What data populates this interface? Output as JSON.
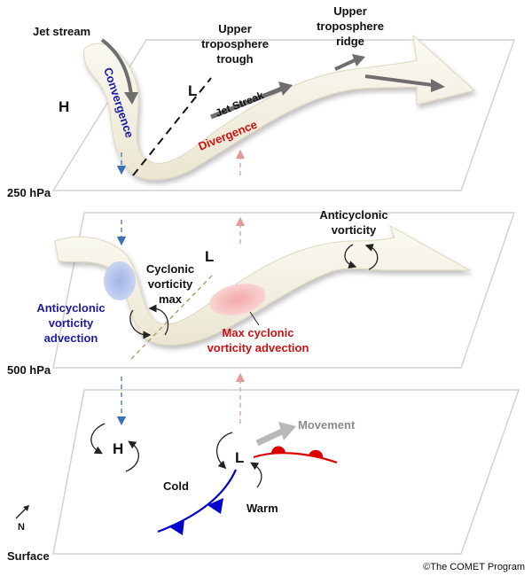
{
  "levels": {
    "upper": "250 hPa",
    "middle": "500 hPa",
    "surface": "Surface"
  },
  "upper_level": {
    "jet_stream": "Jet stream",
    "trough_line1": "Upper",
    "trough_line2": "troposphere",
    "trough_line3": "trough",
    "ridge_line1": "Upper",
    "ridge_line2": "troposphere",
    "ridge_line3": "ridge",
    "high": "H",
    "low": "L",
    "convergence": "Convergence",
    "jet_streak": "Jet Streak",
    "divergence": "Divergence"
  },
  "middle_level": {
    "anticyclonic_vorticity_line1": "Anticyclonic",
    "anticyclonic_vorticity_line2": "vorticity",
    "low": "L",
    "cyclonic_max_line1": "Cyclonic",
    "cyclonic_max_line2": "vorticity",
    "cyclonic_max_line3": "max",
    "anticyclonic_advection_line1": "Anticyclonic",
    "anticyclonic_advection_line2": "vorticity",
    "anticyclonic_advection_line3": "advection",
    "max_cyclonic_advection_line1": "Max cyclonic",
    "max_cyclonic_advection_line2": "vorticity advection"
  },
  "surface_level": {
    "high": "H",
    "low": "L",
    "movement": "Movement",
    "cold": "Cold",
    "warm": "Warm",
    "north": "N"
  },
  "credit": "©The COMET Program",
  "colors": {
    "plane_edge": "#cfcfcf",
    "flow_fill": "#f6f3e6",
    "convergence_blue": "#1a1aa6",
    "divergence_red": "#cc1111",
    "cold_front": "#0000cc",
    "warm_front": "#dd0000",
    "descent_arrow": "#3a6fb5",
    "ascent_arrow": "#e39a9a",
    "movement_arrow": "#b8b8b8"
  },
  "icons": {
    "north_arrow": "north-arrow-icon",
    "circulation_cyclonic": "cyclonic-circulation-icon",
    "circulation_anticyclonic": "anticyclonic-circulation-icon"
  }
}
